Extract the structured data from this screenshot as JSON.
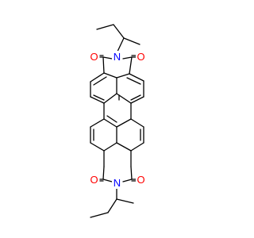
{
  "colors": {
    "background": "#ffffff",
    "bond": "#000000",
    "oxygen": "#ff0000",
    "nitrogen": "#0000ff"
  },
  "atoms": {
    "n_top": "N",
    "n_bottom": "N",
    "o_top_left": "O",
    "o_top_right": "O",
    "o_bottom_left": "O",
    "o_bottom_right": "O"
  }
}
